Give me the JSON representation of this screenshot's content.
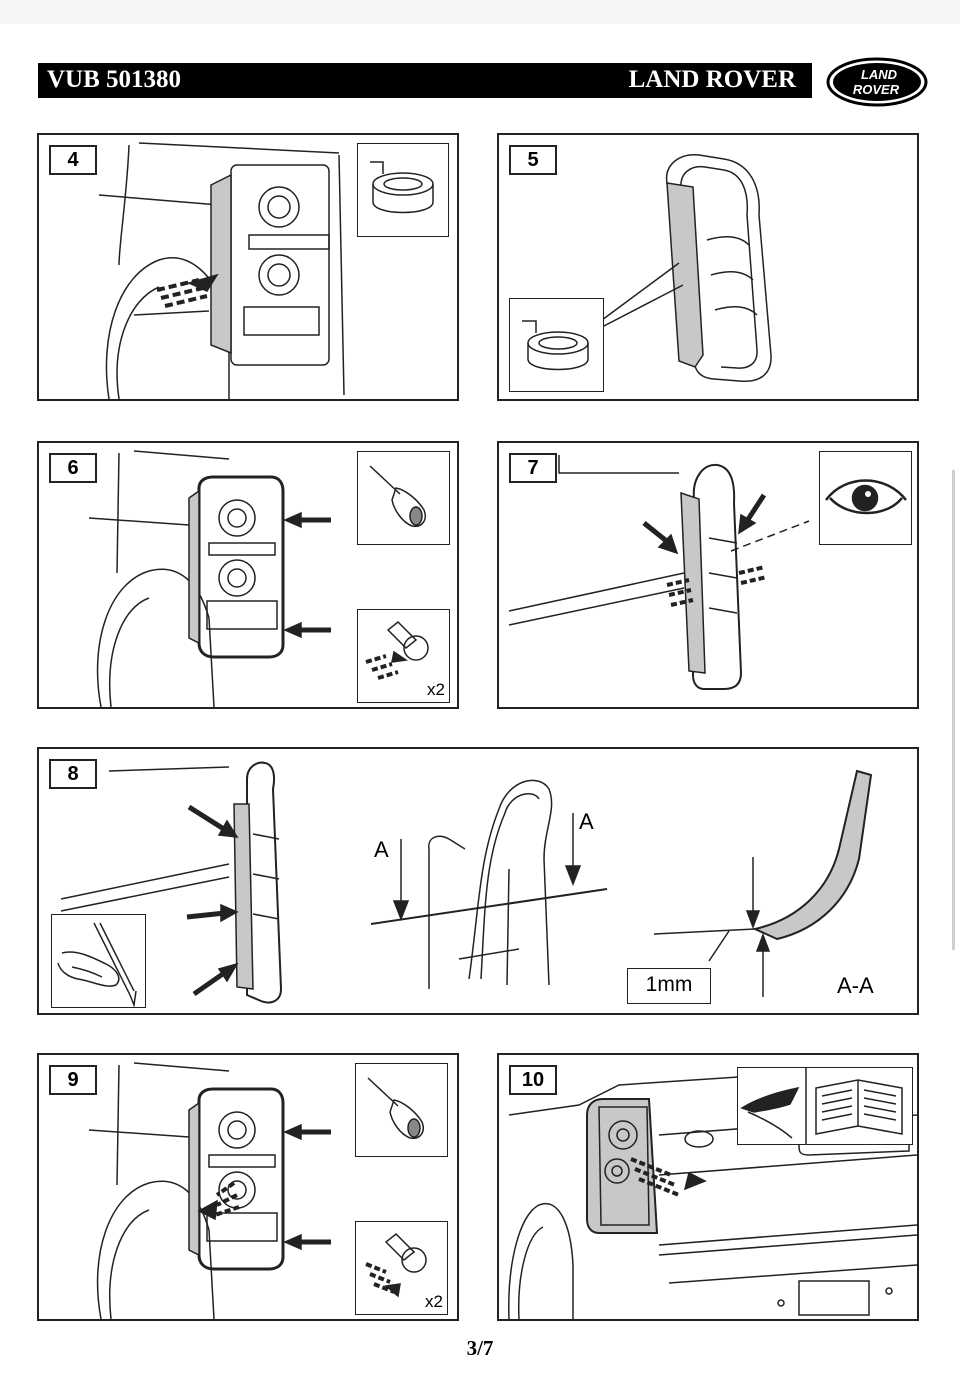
{
  "header": {
    "code": "VUB 501380",
    "brand": "LAND ROVER",
    "logo_text": [
      "LAND",
      "ROVER"
    ]
  },
  "steps": {
    "s4": {
      "num": "4"
    },
    "s5": {
      "num": "5"
    },
    "s6": {
      "num": "6",
      "quantity": "x2"
    },
    "s7": {
      "num": "7"
    },
    "s8": {
      "num": "8",
      "label_a_left": "A",
      "label_a_right": "A",
      "dimension": "1mm",
      "section": "A-A"
    },
    "s9": {
      "num": "9",
      "quantity": "x2"
    },
    "s10": {
      "num": "10"
    }
  },
  "footer": {
    "page": "3/7"
  },
  "colors": {
    "tape": "#c8c8c8",
    "line": "#222222"
  }
}
